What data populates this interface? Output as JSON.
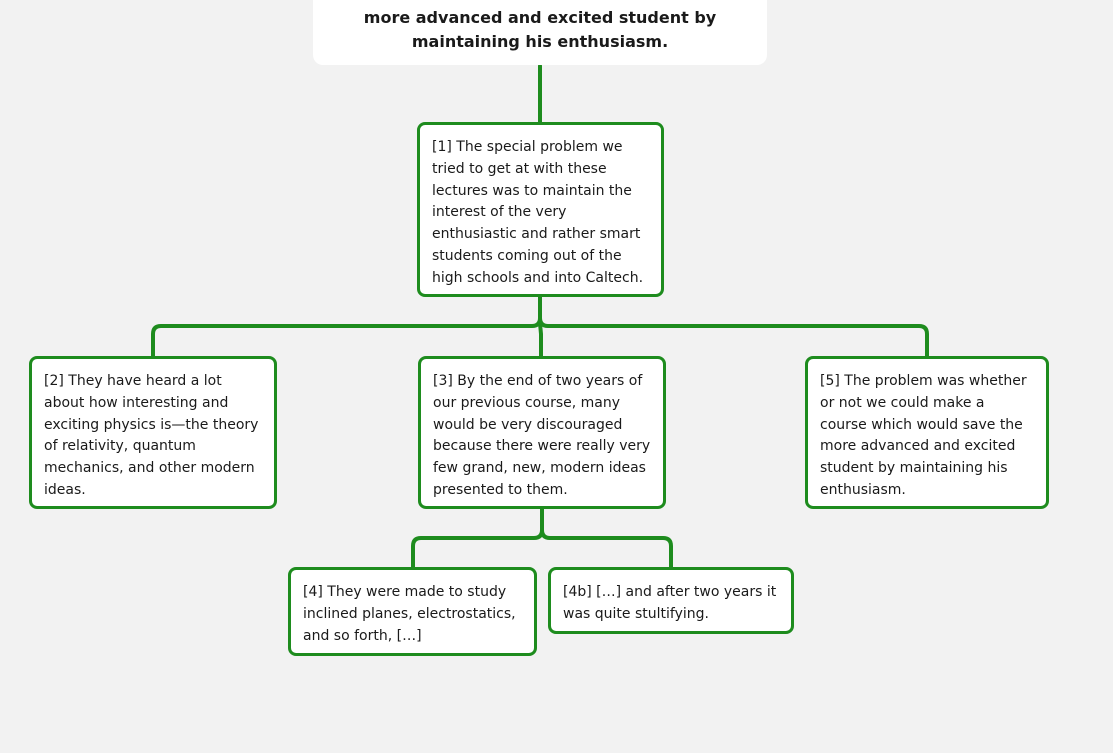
{
  "root": {
    "text": "more advanced and excited student by maintaining his enthusiasm."
  },
  "nodes": [
    {
      "id": "1",
      "text": "[1] The special problem we tried to get at with these lectures was to maintain the interest of the very enthusiastic and rather smart students coming out of the high schools and into Caltech."
    },
    {
      "id": "2",
      "text": "[2] They have heard a lot about how interesting and exciting physics is—the theory of relativity, quantum mechanics, and other modern ideas."
    },
    {
      "id": "3",
      "text": "[3] By the end of two years of our previous course, many would be very discouraged because there were really very few grand, new, modern ideas presented to them."
    },
    {
      "id": "5",
      "text": "[5] The problem was whether or not we could make a course which would save the more advanced and excited student by maintaining his enthusiasm."
    },
    {
      "id": "4",
      "text": "[4] They were made to study inclined planes, electrostatics, and so forth, […]"
    },
    {
      "id": "4b",
      "text": "[4b] […] and after two years it was quite stultifying."
    }
  ],
  "colors": {
    "connector": "#1e8c1e",
    "node_border": "#1e8c1e",
    "background": "#f2f2f2",
    "card": "#ffffff"
  }
}
